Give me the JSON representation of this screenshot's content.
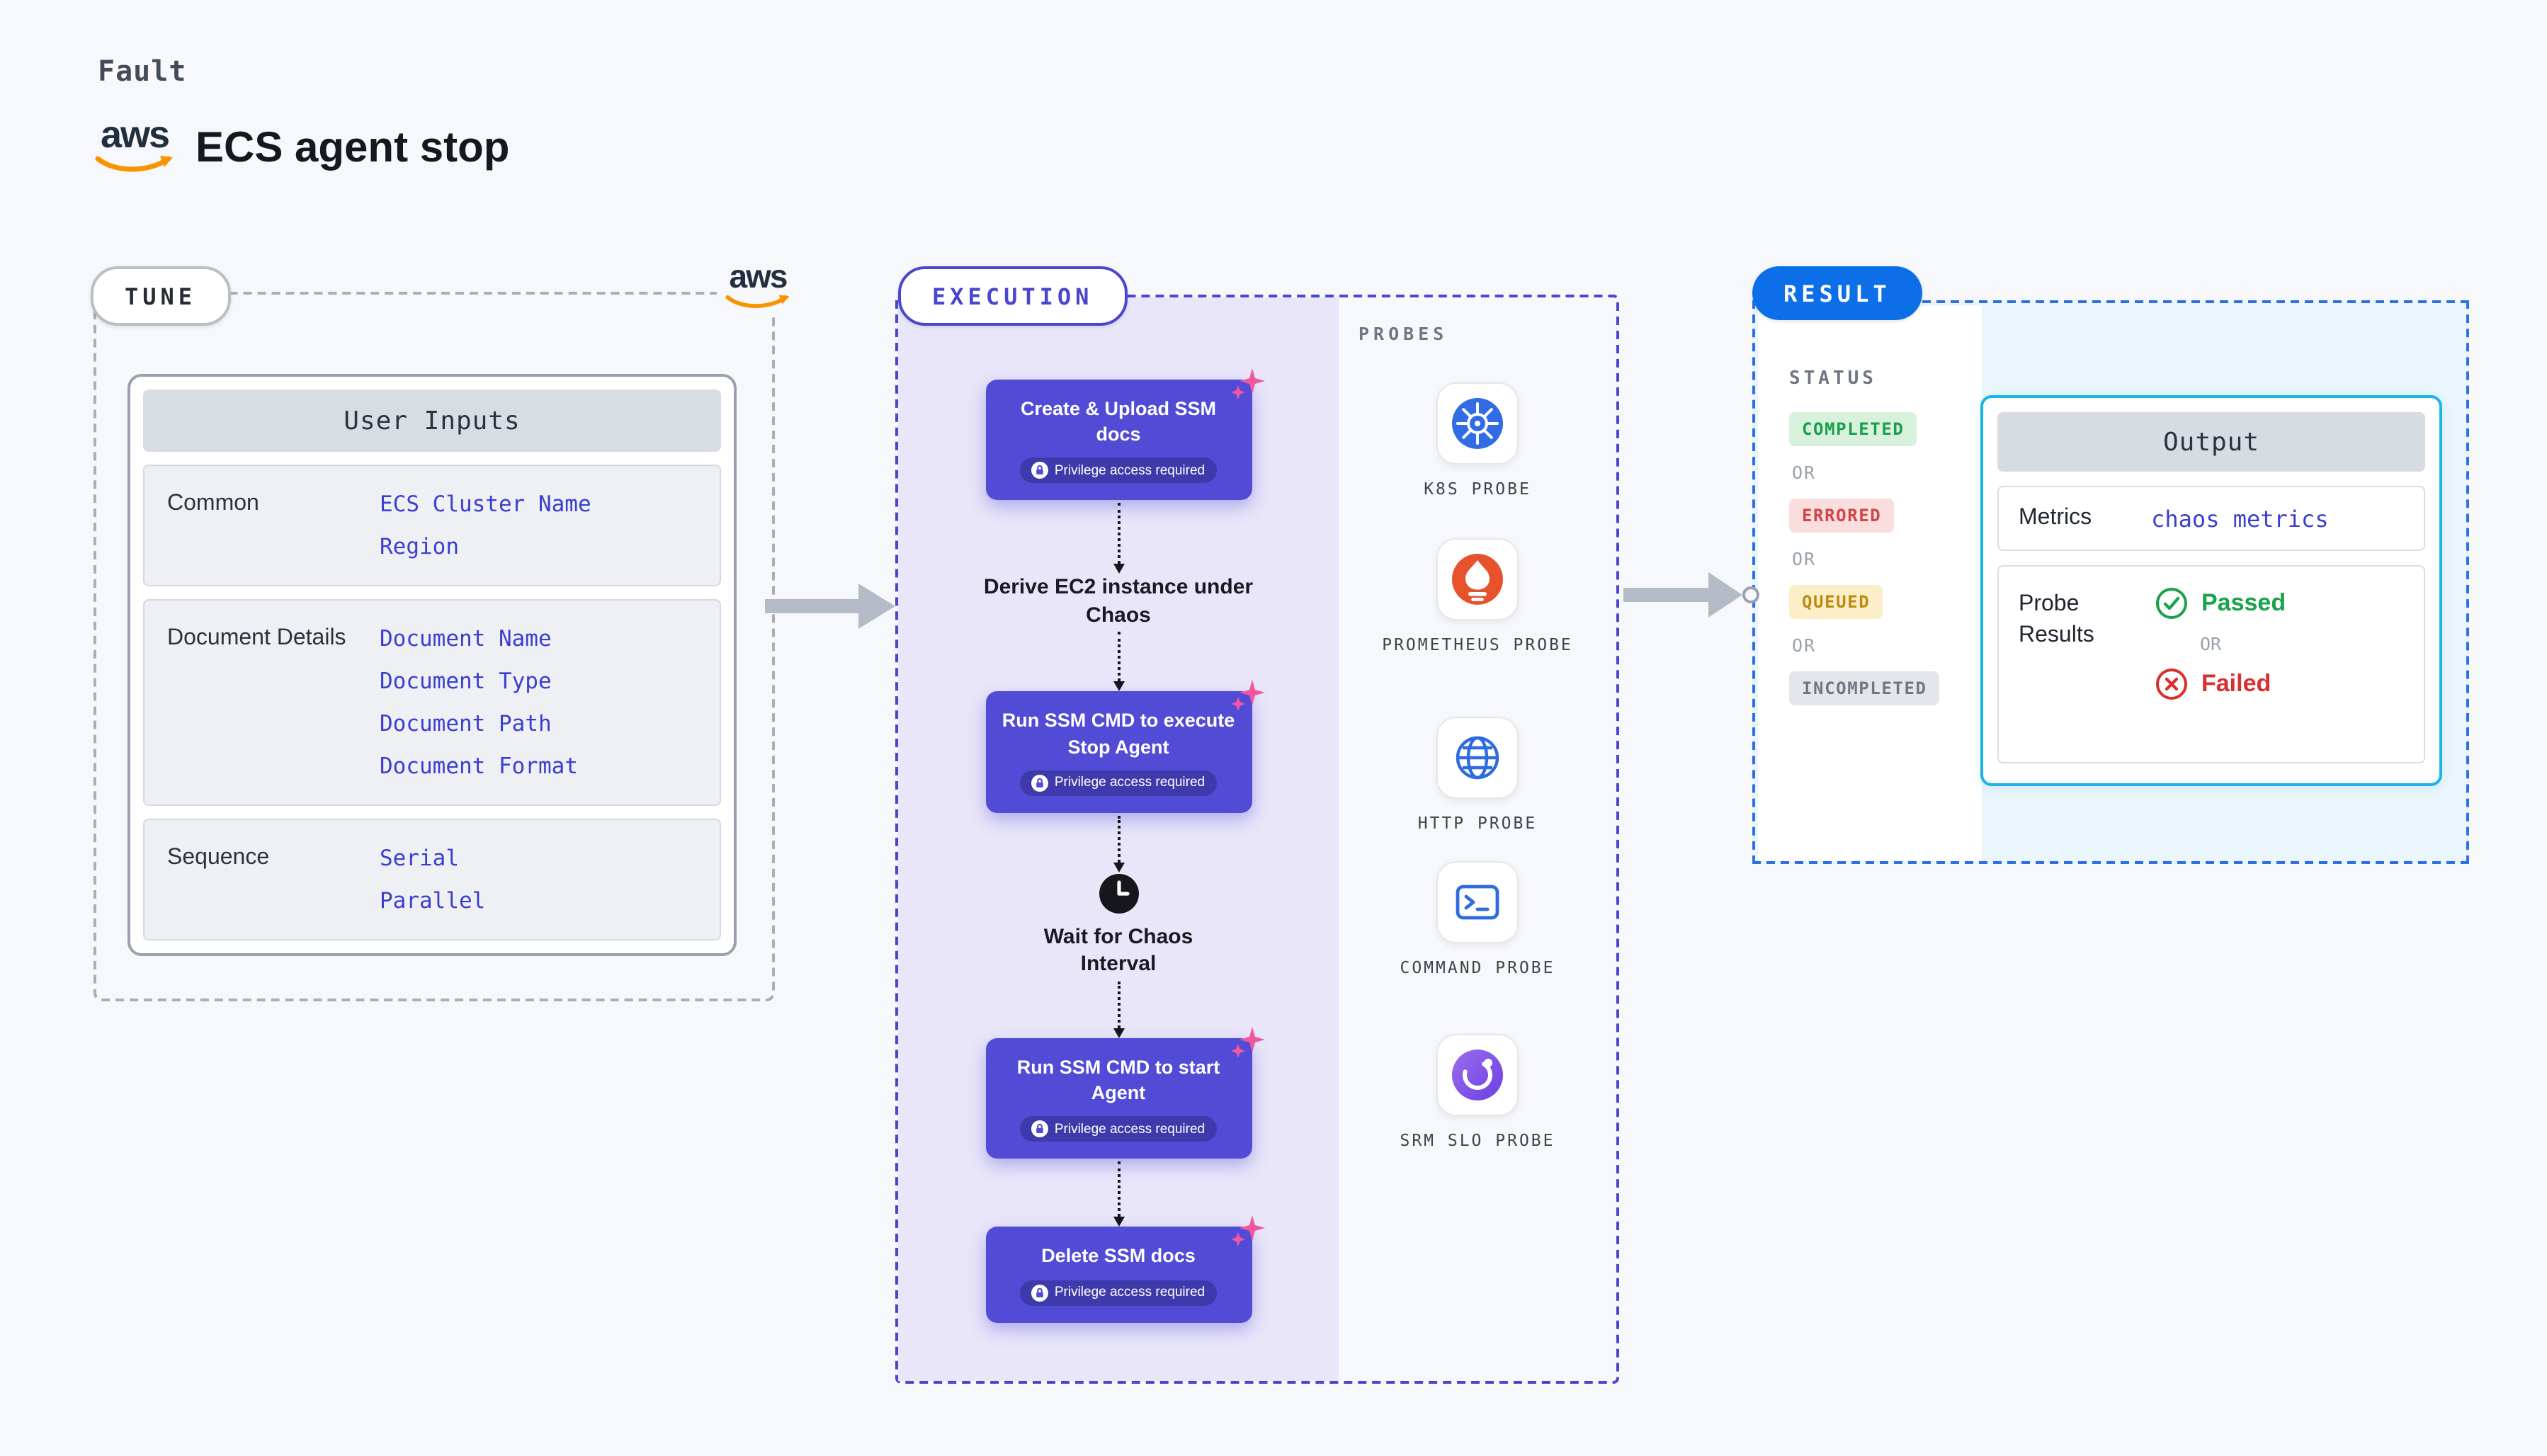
{
  "colors": {
    "background": "#f7f8fb",
    "step_purple": "#514bd6",
    "execution_panel": "#e9e6fa",
    "execution_border": "#4a46cf",
    "result_blue": "#0d6fe8",
    "result_border": "#2f6fe4",
    "output_border": "#19b5e8",
    "link_blue": "#3a3fd0",
    "success_green": "#17a34a",
    "error_red": "#d92f2f",
    "sparkle_pink": "#f0579f",
    "aws_orange": "#f79400"
  },
  "header": {
    "eyebrow": "Fault",
    "title": "ECS agent stop"
  },
  "aws_logo": {
    "text": "aws"
  },
  "tune": {
    "label": "TUNE",
    "user_inputs": {
      "title": "User Inputs",
      "groups": [
        {
          "label": "Common",
          "values": [
            "ECS Cluster Name",
            "Region"
          ]
        },
        {
          "label": "Document Details",
          "values": [
            "Document Name",
            "Document Type",
            "Document Path",
            "Document Format"
          ]
        },
        {
          "label": "Sequence",
          "values": [
            "Serial",
            "Parallel"
          ]
        }
      ]
    }
  },
  "execution": {
    "label": "EXECUTION",
    "steps": [
      {
        "type": "action",
        "label": "Create & Upload SSM docs",
        "badge": "Privilege access required"
      },
      {
        "type": "text",
        "label": "Derive EC2 instance under Chaos"
      },
      {
        "type": "action",
        "label": "Run SSM CMD to execute Stop Agent",
        "badge": "Privilege access required"
      },
      {
        "type": "wait",
        "label": "Wait for Chaos Interval",
        "icon": "clock-icon"
      },
      {
        "type": "action",
        "label": "Run SSM CMD to start Agent",
        "badge": "Privilege access required"
      },
      {
        "type": "action",
        "label": "Delete SSM docs",
        "badge": "Privilege access required"
      }
    ],
    "probes": {
      "title": "PROBES",
      "items": [
        {
          "label": "K8S PROBE",
          "icon": "kubernetes-icon"
        },
        {
          "label": "PROMETHEUS PROBE",
          "icon": "prometheus-icon"
        },
        {
          "label": "HTTP PROBE",
          "icon": "globe-icon"
        },
        {
          "label": "COMMAND PROBE",
          "icon": "terminal-icon"
        },
        {
          "label": "SRM SLO PROBE",
          "icon": "slo-gauge-icon"
        }
      ]
    }
  },
  "result": {
    "label": "RESULT",
    "status": {
      "title": "STATUS",
      "badges": [
        "COMPLETED",
        "ERRORED",
        "QUEUED",
        "INCOMPLETED"
      ],
      "separator": "OR"
    },
    "output": {
      "title": "Output",
      "metrics_label": "Metrics",
      "metrics_value": "chaos metrics",
      "probe_results_label": "Probe Results",
      "passed": "Passed",
      "or": "OR",
      "failed": "Failed"
    }
  }
}
